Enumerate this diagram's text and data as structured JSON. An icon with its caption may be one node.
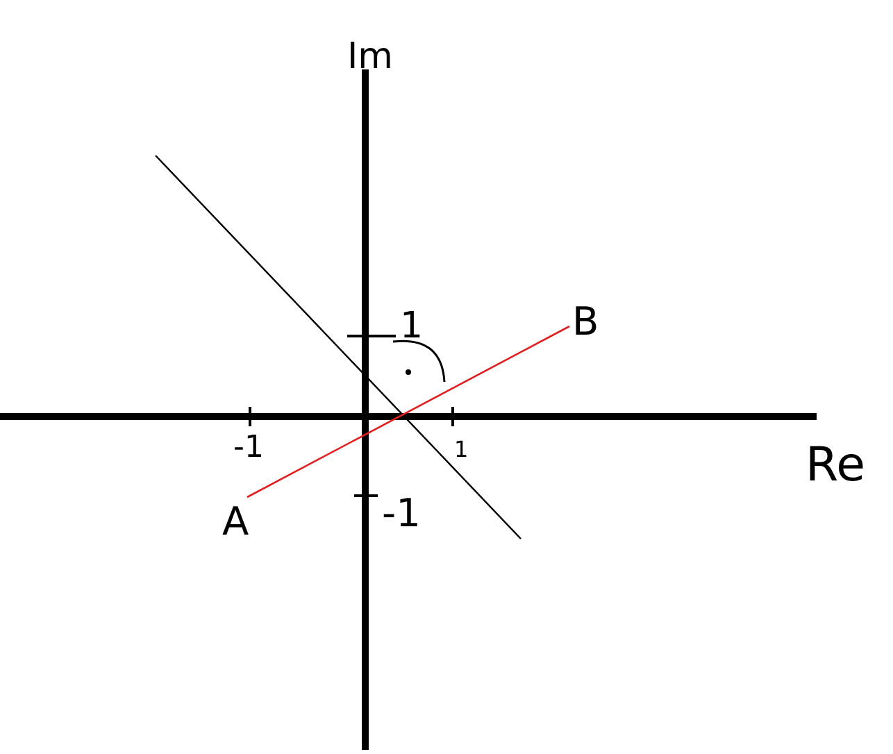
{
  "diagram": {
    "nodes": [
      {
        "text": [
          "A"
        ]
      },
      {
        "text": [
          "B"
        ]
      }
    ],
    "edges": [
      {
        "from": 0,
        "to": 1,
        "arrow": "none",
        "color": "#e02020"
      }
    ],
    "labels": [
      "Im",
      "1",
      "-1",
      "1",
      "-1",
      "Re"
    ]
  }
}
